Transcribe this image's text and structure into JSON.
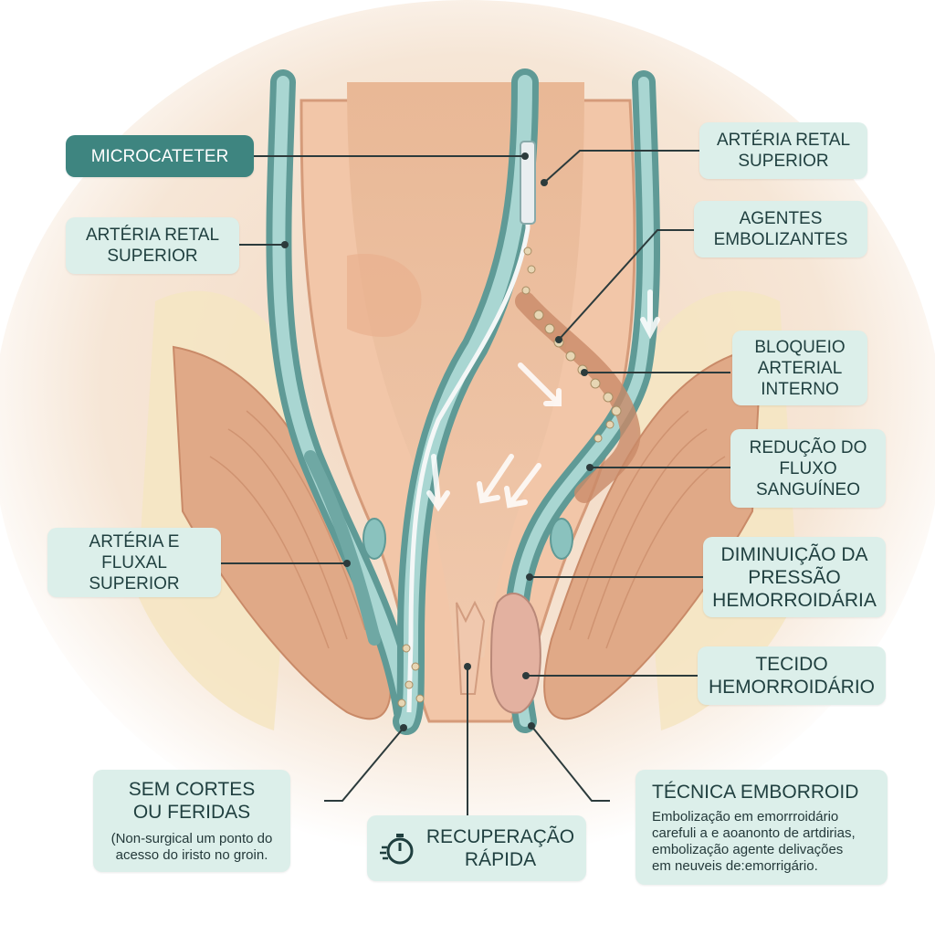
{
  "labels": {
    "microcateter": "MICROCATETER",
    "arteria_retal_superior_left": [
      "ARTÉRIA RETAL",
      "SUPERIOR"
    ],
    "arteria_retal_superior_right": [
      "ARTÉRIA RETAL",
      "SUPERIOR"
    ],
    "agentes_embolizantes": [
      "AGENTES",
      "EMBOLIZANTES"
    ],
    "bloqueio_arterial": [
      "BLOQUEIO",
      "ARTERIAL",
      "INTERNO"
    ],
    "reducao_fluxo": [
      "REDUÇÃO DO",
      "FLUXO",
      "SANGUÍNEO"
    ],
    "arteria_fluxal": [
      "ARTÉRIA E",
      "FLUXAL",
      "SUPERIOR"
    ],
    "diminuicao_pressao": [
      "DIMINUIÇÃO DA",
      "PRESSÃO",
      "HEMORROIDÁRIA"
    ],
    "tecido_hemorroidario": [
      "TECIDO",
      "HEMORROIDÁRIO"
    ],
    "sem_cortes": {
      "title": [
        "SEM CORTES",
        "OU FERIDAS"
      ],
      "note": [
        "(Non-surgical um ponto do",
        "acesso do iristo no groin."
      ]
    },
    "recuperacao": [
      "RECUPERAÇÃO",
      "RÁPIDA"
    ],
    "tecnica": {
      "title": "TÉCNICA EMBORROID",
      "note": [
        "Embolização em emorrroidário",
        "carefuli a e aoanonto de artdirias,",
        "embolização agente delivações",
        "em neuveis de:emorrigário."
      ]
    }
  },
  "icons": {
    "stopwatch": "stopwatch-icon"
  },
  "colors": {
    "label_bg": "#dcefea",
    "label_dark": "#3e8580",
    "artery": "#6fa8a4",
    "artery_light": "#a9d2cf",
    "tissue": "#e7b99a",
    "muscle": "#d9a27f",
    "fat": "#f5e9c9",
    "leader": "#2c3b3c"
  }
}
